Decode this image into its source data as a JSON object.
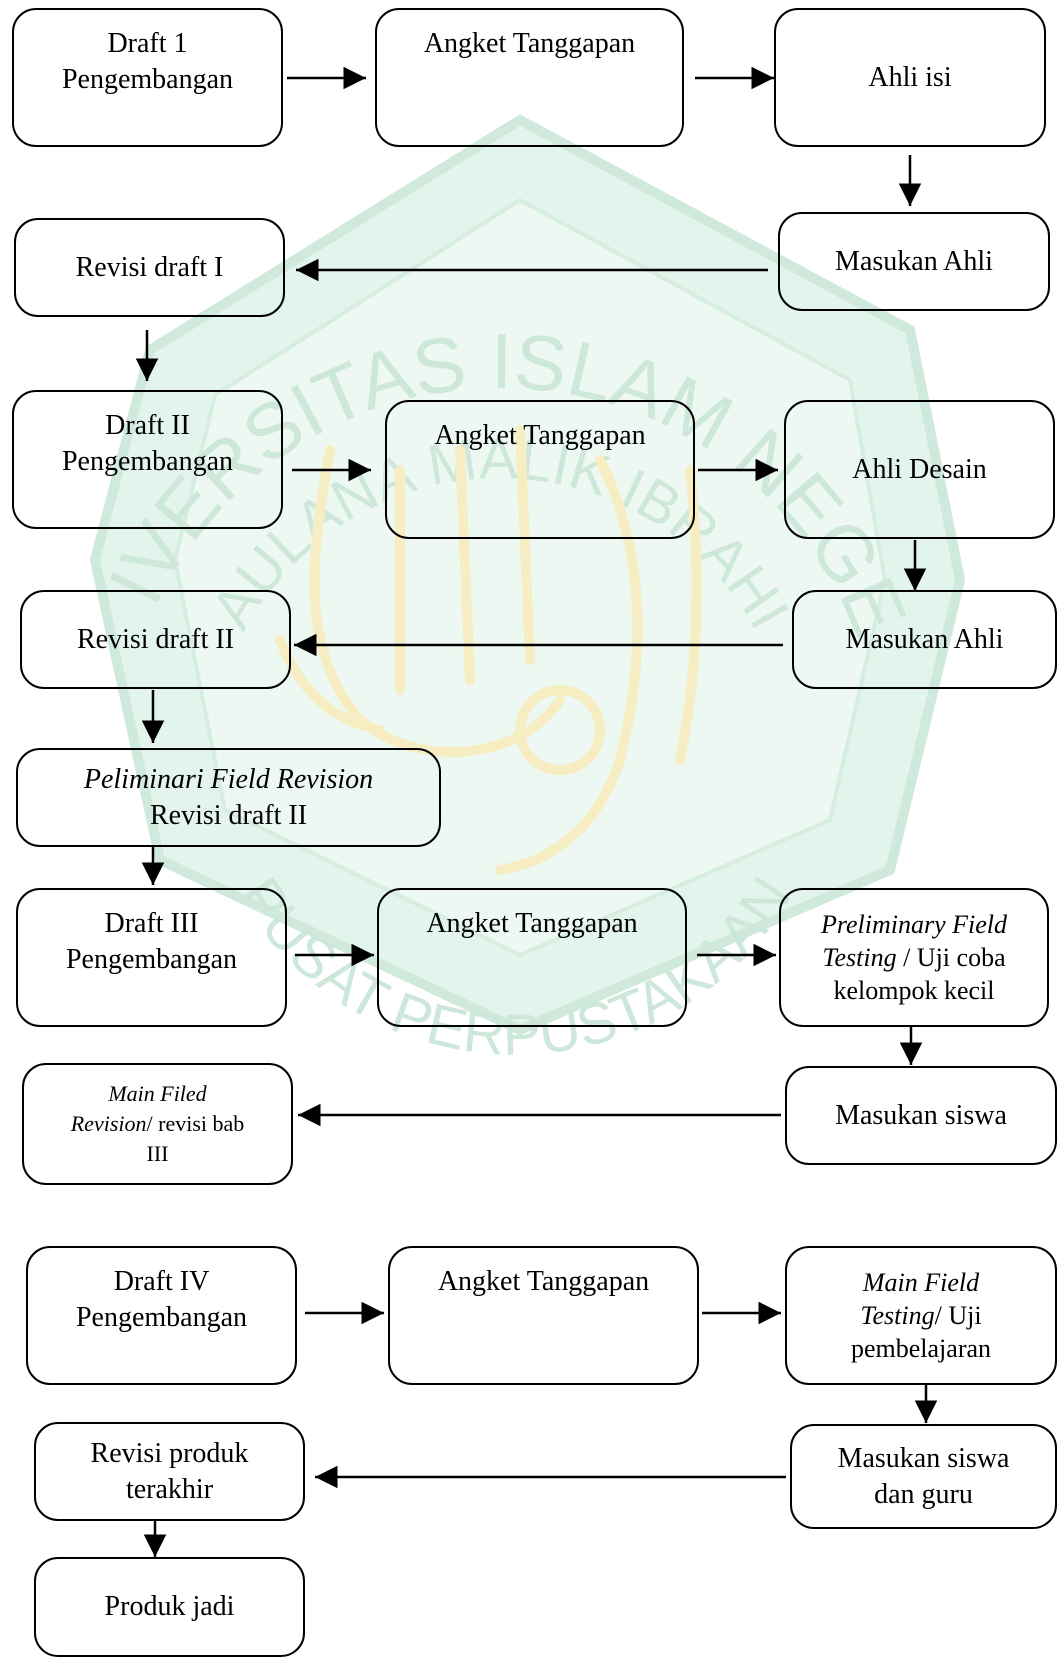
{
  "watermark": {
    "ring_text_top": "UNIVERSITAS ISLAM NEGERI",
    "ring_text_mid": "MAULANA MALIK IBRAHIM",
    "ring_text_bottom": "PUSAT PERPUSTAKAAN",
    "color": "#c9e6d8"
  },
  "nodes": {
    "draft1": [
      "Draft 1",
      "Pengembangan"
    ],
    "angket1": "Angket Tanggapan",
    "ahli_isi": "Ahli isi",
    "masukan_ahli_1": "Masukan Ahli",
    "revisi_draft_1": "Revisi draft I",
    "draft2": [
      "Draft II",
      "Pengembangan"
    ],
    "angket2": "Angket Tanggapan",
    "ahli_desain": "Ahli Desain",
    "masukan_ahli_2": "Masukan Ahli",
    "revisi_draft_2": "Revisi draft II",
    "peliminari": {
      "italic": "Peliminari Field Revision",
      "normal": "Revisi draft II"
    },
    "draft3": [
      "Draft III",
      "Pengembangan"
    ],
    "angket3": "Angket Tanggapan",
    "preliminary_testing": {
      "italic1": "Preliminary Field",
      "italic2": "Testing",
      "normal2": " / Uji coba",
      "line3": "kelompok kecil"
    },
    "masukan_siswa": "Masukan siswa",
    "main_filed": {
      "italic1": "Main Filed",
      "italic2": "Revision",
      "normal2": "/ revisi bab",
      "line3": "III"
    },
    "draft4": [
      "Draft IV",
      "Pengembangan"
    ],
    "angket4": "Angket Tanggapan",
    "main_field_testing": {
      "italic1": "Main Field",
      "italic2": "Testing",
      "normal2": "/ Uji",
      "line3": "pembelajaran"
    },
    "masukan_siswa_guru": [
      "Masukan siswa",
      "dan guru"
    ],
    "revisi_produk": [
      "Revisi produk",
      "terakhir"
    ],
    "produk_jadi": "Produk jadi"
  }
}
